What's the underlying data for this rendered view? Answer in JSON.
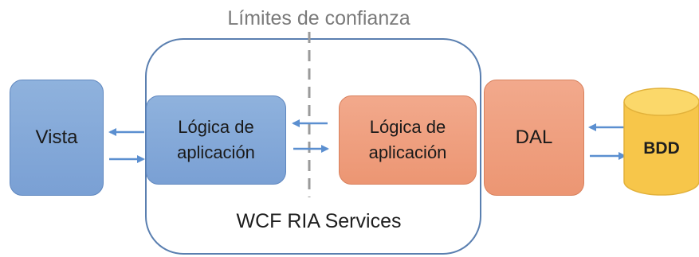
{
  "trust_boundary_title": "Límites de confianza",
  "container_label": "WCF RIA Services",
  "nodes": {
    "vista": "Vista",
    "logic_left": "Lógica de\naplicación",
    "logic_right": "Lógica de\naplicación",
    "dal": "DAL",
    "bdd": "BDD"
  },
  "colors": {
    "blue_fill": "#7fa6d8",
    "orange_fill": "#f0a080",
    "db_fill": "#f7c64a",
    "arrow": "#5b8fd0",
    "container_border": "#5a7fb0",
    "boundary_dash": "#9a9a9a"
  }
}
